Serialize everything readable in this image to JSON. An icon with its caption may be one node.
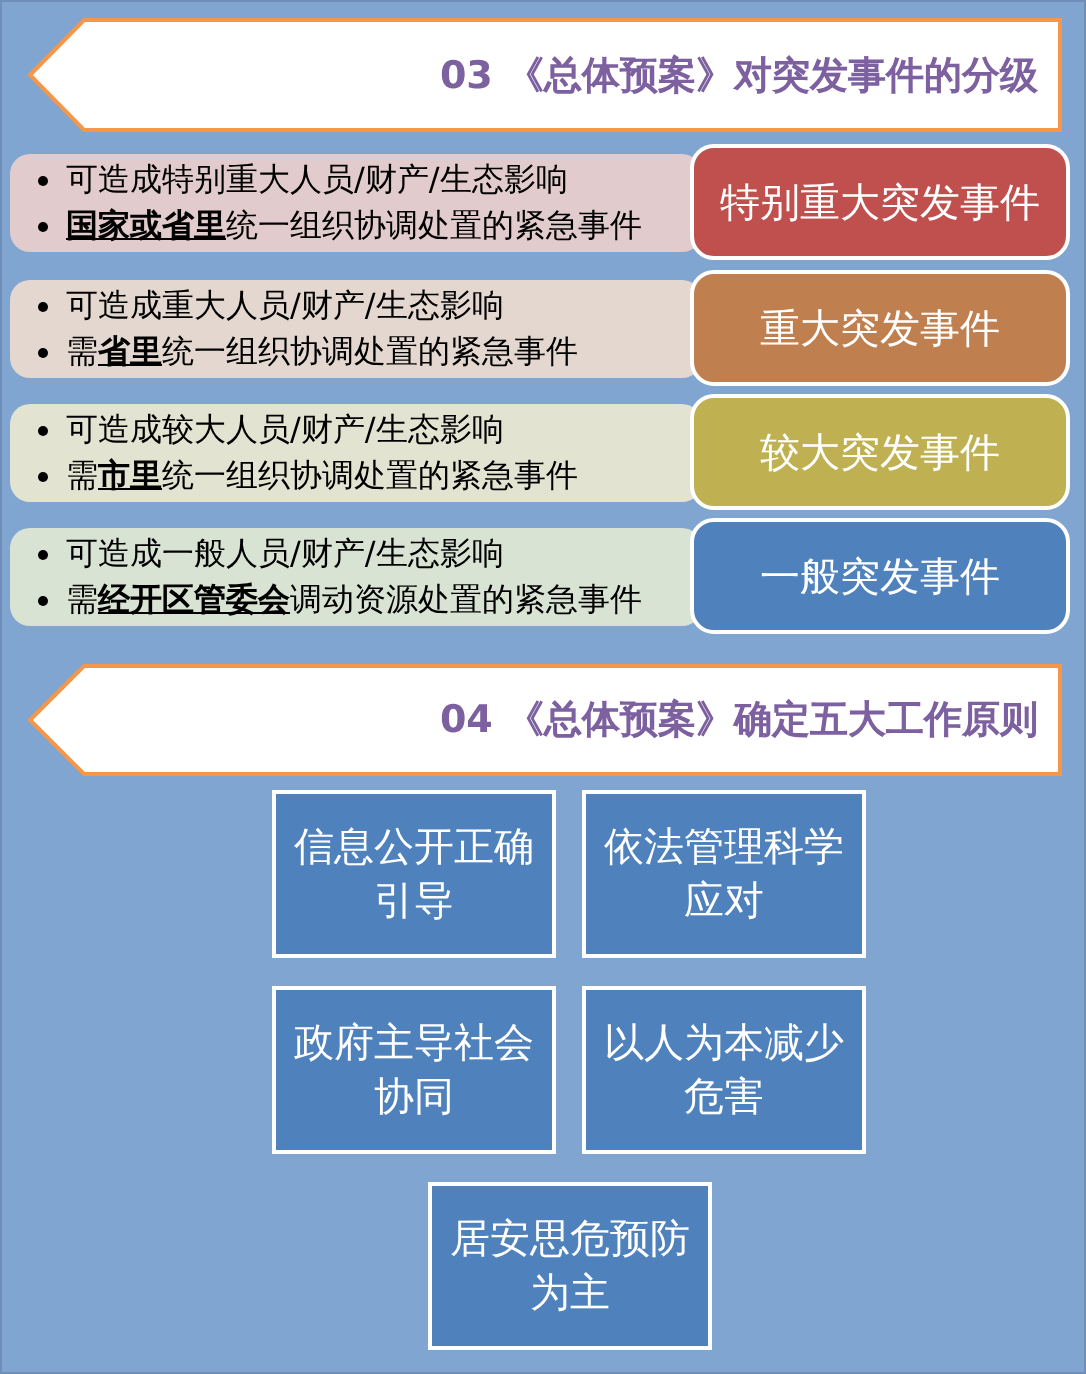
{
  "diagram": {
    "nodes": [
      {
        "text": [
          "03 《总体预案》对突发事件的分级"
        ]
      },
      {
        "text": [
          "特别重大突发事件"
        ]
      },
      {
        "text": [
          "可造成特别重大人员/财产/生态影响",
          "**国家或省里**统一组织协调处置的紧急事件"
        ]
      },
      {
        "text": [
          "重大突发事件"
        ]
      },
      {
        "text": [
          "可造成重大人员/财产/生态影响",
          "需**省里**统一组织协调处置的紧急事件"
        ]
      },
      {
        "text": [
          "较大突发事件"
        ]
      },
      {
        "text": [
          "可造成较大人员/财产/生态影响",
          "需**市里**统一组织协调处置的紧急事件"
        ]
      },
      {
        "text": [
          "一般突发事件"
        ]
      },
      {
        "text": [
          "可造成一般人员/财产/生态影响",
          "需**经开区管委会**调动资源处置的紧急事件"
        ]
      },
      {
        "text": [
          "04 《总体预案》确定五大工作原则"
        ]
      },
      {
        "text": [
          "信息公开正确引导"
        ]
      },
      {
        "text": [
          "依法管理科学应对"
        ]
      },
      {
        "text": [
          "政府主导社会协同"
        ]
      },
      {
        "text": [
          "以人为本减少危害"
        ]
      },
      {
        "text": [
          "居安思危预防为主"
        ]
      }
    ]
  }
}
